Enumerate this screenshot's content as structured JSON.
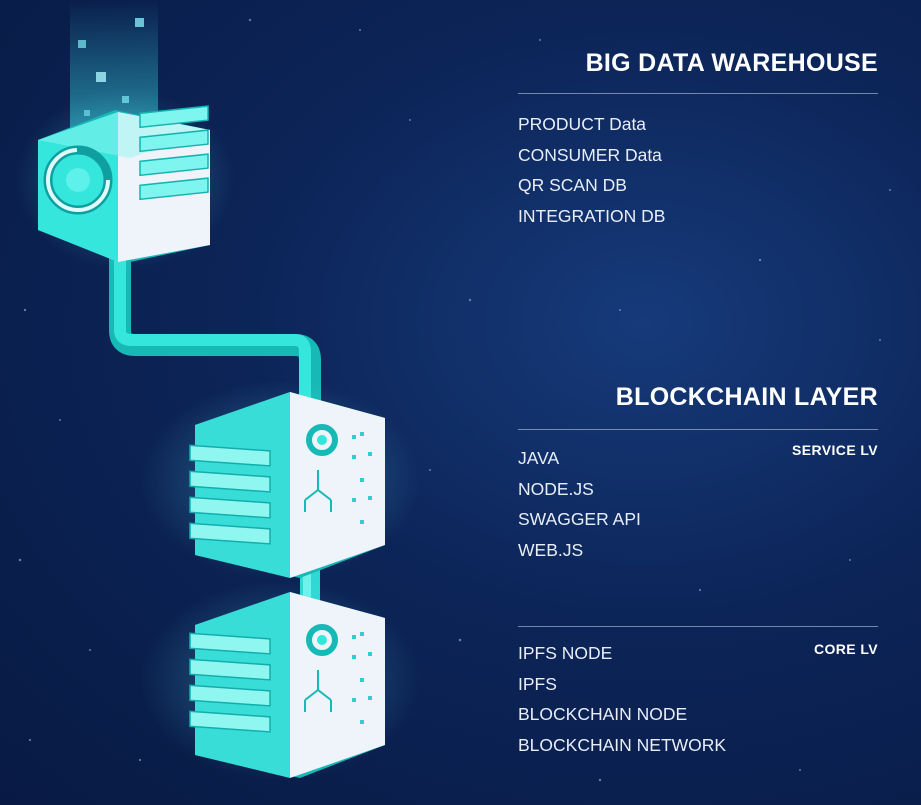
{
  "warehouse": {
    "title": "BIG DATA WAREHOUSE",
    "items": [
      "PRODUCT Data",
      "CONSUMER Data",
      "QR SCAN DB",
      "INTEGRATION DB"
    ]
  },
  "blockchain": {
    "title": "BLOCKCHAIN LAYER",
    "service": {
      "label": "SERVICE LV",
      "items": [
        "JAVA",
        "NODE.JS",
        "SWAGGER API",
        "WEB.JS"
      ]
    },
    "core": {
      "label": "CORE LV",
      "items": [
        "IPFS NODE",
        "IPFS",
        "BLOCKCHAIN NODE",
        "BLOCKCHAIN NETWORK"
      ]
    }
  },
  "colors": {
    "background": "#0c2457",
    "cyan": "#35e6dc",
    "cyan_dark": "#17b9b6",
    "server_white": "#eef4fa"
  },
  "icons": [
    "database-cube-icon",
    "server-cube-icon",
    "server-cube-icon",
    "data-pipe-icon"
  ]
}
